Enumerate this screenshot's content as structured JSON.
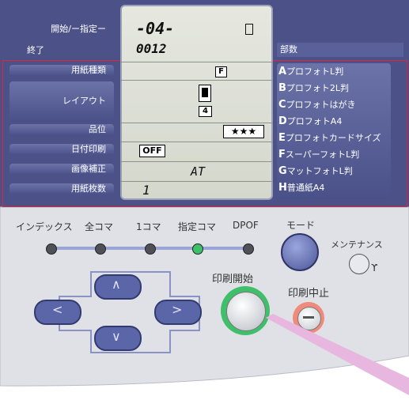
{
  "left_labels": {
    "start": "開始/ー指定ー",
    "end": "終了",
    "paper_type": "用紙種類",
    "layout": "レイアウト",
    "quality": "品位",
    "date_print": "日付印刷",
    "image_correct": "画像補正",
    "sheet_count": "用紙枚数"
  },
  "lcd": {
    "start_value": "-04-",
    "end_value": "0012",
    "paper_type_code": "F",
    "layout_count": "4",
    "quality_stars": "★★★",
    "date_state": "OFF",
    "image_correct_value": "AT",
    "sheet_value": "1"
  },
  "paper_list": {
    "header": "部数",
    "items": [
      {
        "letter": "A",
        "label": "プロフォトL判"
      },
      {
        "letter": "B",
        "label": "プロフォト2L判"
      },
      {
        "letter": "C",
        "label": "プロフォトはがき"
      },
      {
        "letter": "D",
        "label": "プロフォトA4"
      },
      {
        "letter": "E",
        "label": "プロフォトカードサイズ"
      },
      {
        "letter": "F",
        "label": "スーパーフォトL判"
      },
      {
        "letter": "G",
        "label": "マットフォトL判"
      },
      {
        "letter": "H",
        "label": "普通紙A4"
      }
    ]
  },
  "modes": [
    "インデックス",
    "全コマ",
    "1コマ",
    "指定コマ",
    "DPOF"
  ],
  "active_mode": "指定コマ",
  "buttons": {
    "mode": "モード",
    "maintenance": "メンテナンス",
    "print_start": "印刷開始",
    "print_stop": "印刷中止"
  },
  "arrows": {
    "up": "∧",
    "down": "∨",
    "left": "<",
    "right": ">"
  }
}
